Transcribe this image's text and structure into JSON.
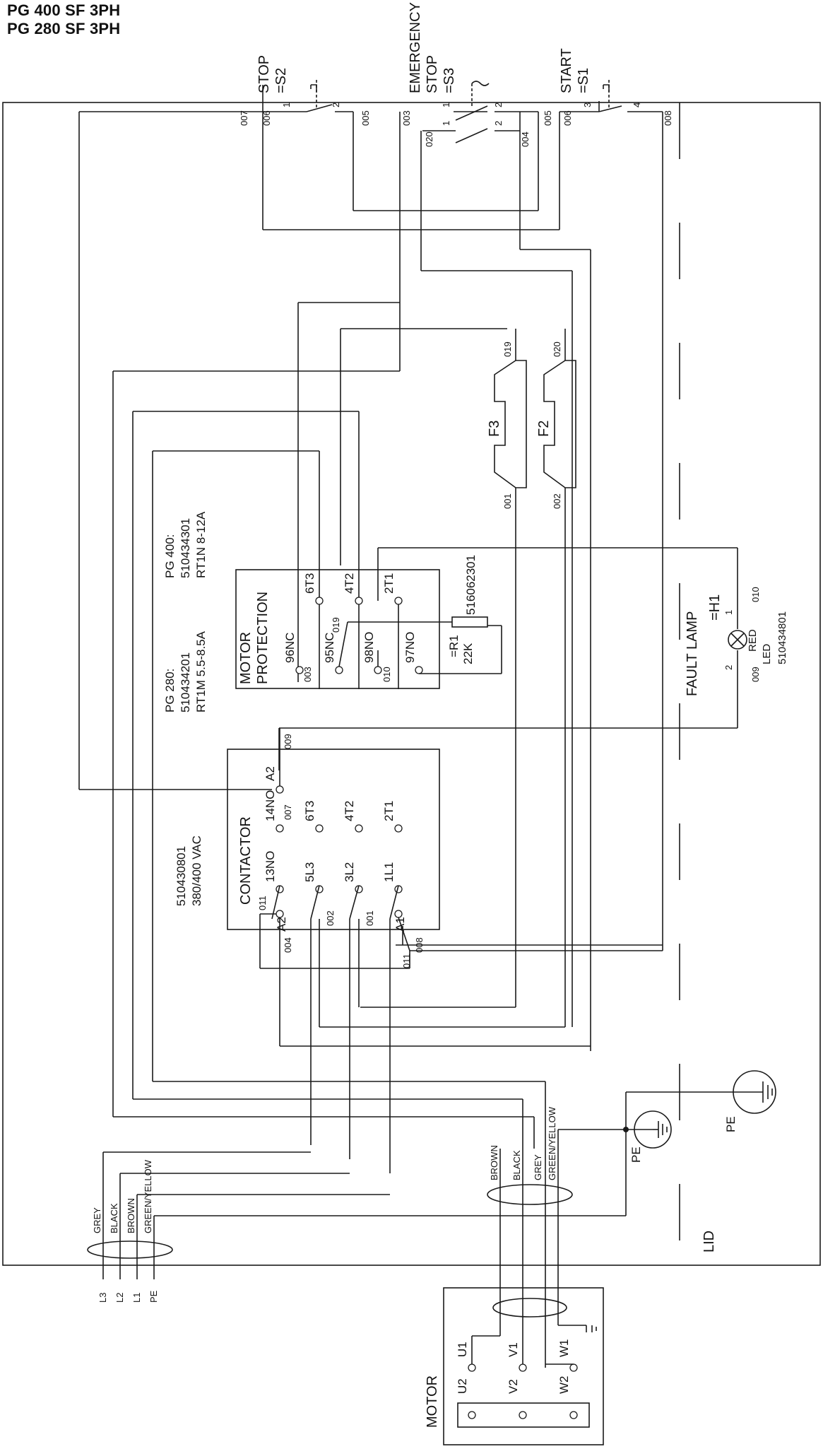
{
  "header": {
    "line1": "PG 400 SF 3PH",
    "line2": "PG 280 SF 3PH"
  },
  "switches": {
    "stop": {
      "word": "STOP",
      "id": "=S2",
      "p1": "1",
      "p2": "2"
    },
    "emergency": {
      "word1": "EMERGENCY",
      "word2": "STOP",
      "id": "=S3",
      "p1": "1",
      "p2": "2"
    },
    "start": {
      "word": "START",
      "id": "=S1",
      "p1": "3",
      "p2": "4"
    }
  },
  "top_wires": [
    "007",
    "006",
    "005",
    "003",
    "020",
    "004",
    "005",
    "006",
    "008"
  ],
  "fuses": {
    "f3": {
      "label": "F3",
      "top": "019",
      "bottom": "001"
    },
    "f2": {
      "label": "F2",
      "top": "020",
      "bottom": "002"
    }
  },
  "motor_protection": {
    "title1": "MOTOR",
    "title2": "PROTECTION",
    "terminals": [
      "96NC",
      "95NC",
      "98NO",
      "97NO",
      "6T3",
      "4T2",
      "2T1"
    ],
    "wires": [
      "003",
      "019",
      "010"
    ]
  },
  "pg400": {
    "line1": "PG 400:",
    "line2": "510434301",
    "line3": "RT1N 8-12A"
  },
  "pg280": {
    "line1": "PG 280:",
    "line2": "510434201",
    "line3": "RT1M 5.5-8.5A"
  },
  "resistor": {
    "id": "=R1",
    "value": "22K",
    "part": "516062301"
  },
  "fault_lamp": {
    "title": "FAULT LAMP",
    "id": "=H1",
    "color": "RED",
    "type": "LED",
    "part": "510434801",
    "p1": "1",
    "p2": "2",
    "w1": "010",
    "w2": "009"
  },
  "contactor": {
    "title": "CONTACTOR",
    "part": "510430801",
    "voltage": "380/400 VAC",
    "terminals": [
      "A2",
      "14NO",
      "6T3",
      "4T2",
      "2T1",
      "13NO",
      "5L3",
      "3L2",
      "1L1",
      "A2",
      "A1"
    ],
    "wires": [
      "009",
      "007",
      "011",
      "004",
      "002",
      "001",
      "008",
      "011"
    ]
  },
  "cable_left": {
    "colors": [
      "GREY",
      "BLACK",
      "BROWN",
      "GREEN/YELLOW"
    ],
    "terminals": [
      "L3",
      "L2",
      "L1",
      "PE"
    ]
  },
  "cable_right": {
    "colors": [
      "BROWN",
      "BLACK",
      "GREY",
      "GREEN/YELLOW"
    ]
  },
  "pe_labels": [
    "PE",
    "PE"
  ],
  "lid": "LID",
  "motor": {
    "title": "MOTOR",
    "top": [
      "U1",
      "V1",
      "W1"
    ],
    "bottom": [
      "U2",
      "V2",
      "W2"
    ]
  }
}
